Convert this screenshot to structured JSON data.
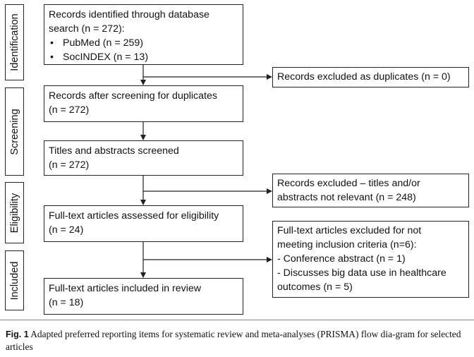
{
  "stages": {
    "identification": "Identification",
    "screening": "Screening",
    "eligibility": "Eligibility",
    "included": "Included"
  },
  "boxes": {
    "identified": {
      "line1": "Records identified through database",
      "line2": "search (n = 272):",
      "bullets": [
        "PubMed (n = 259)",
        "SocINDEX (n = 13)"
      ]
    },
    "duplicates_excluded": "Records excluded as duplicates (n = 0)",
    "after_screening": {
      "line1": "Records after screening for duplicates",
      "line2": "(n = 272)"
    },
    "titles_screened": {
      "line1": "Titles and abstracts screened",
      "line2": "(n = 272)"
    },
    "titles_excluded": {
      "line1": "Records excluded – titles and/or",
      "line2": "abstracts not relevant (n = 248)"
    },
    "fulltext_assessed": {
      "line1": "Full-text articles assessed for eligibility",
      "line2": "(n = 24)"
    },
    "fulltext_excluded": {
      "line1": "Full-text articles excluded for not",
      "line2": "meeting inclusion criteria (n=6):",
      "line3": "- Conference abstract (n = 1)",
      "line4": "- Discusses big data use in healthcare",
      "line5": "outcomes (n = 5)"
    },
    "included": {
      "line1": "Full-text articles included in review",
      "line2": "(n = 18)"
    }
  },
  "caption": {
    "label": "Fig. 1",
    "text": "Adapted preferred reporting items for systematic review and meta-analyses (PRISMA) flow dia-gram for selected articles"
  },
  "bullet_glyph": "•"
}
